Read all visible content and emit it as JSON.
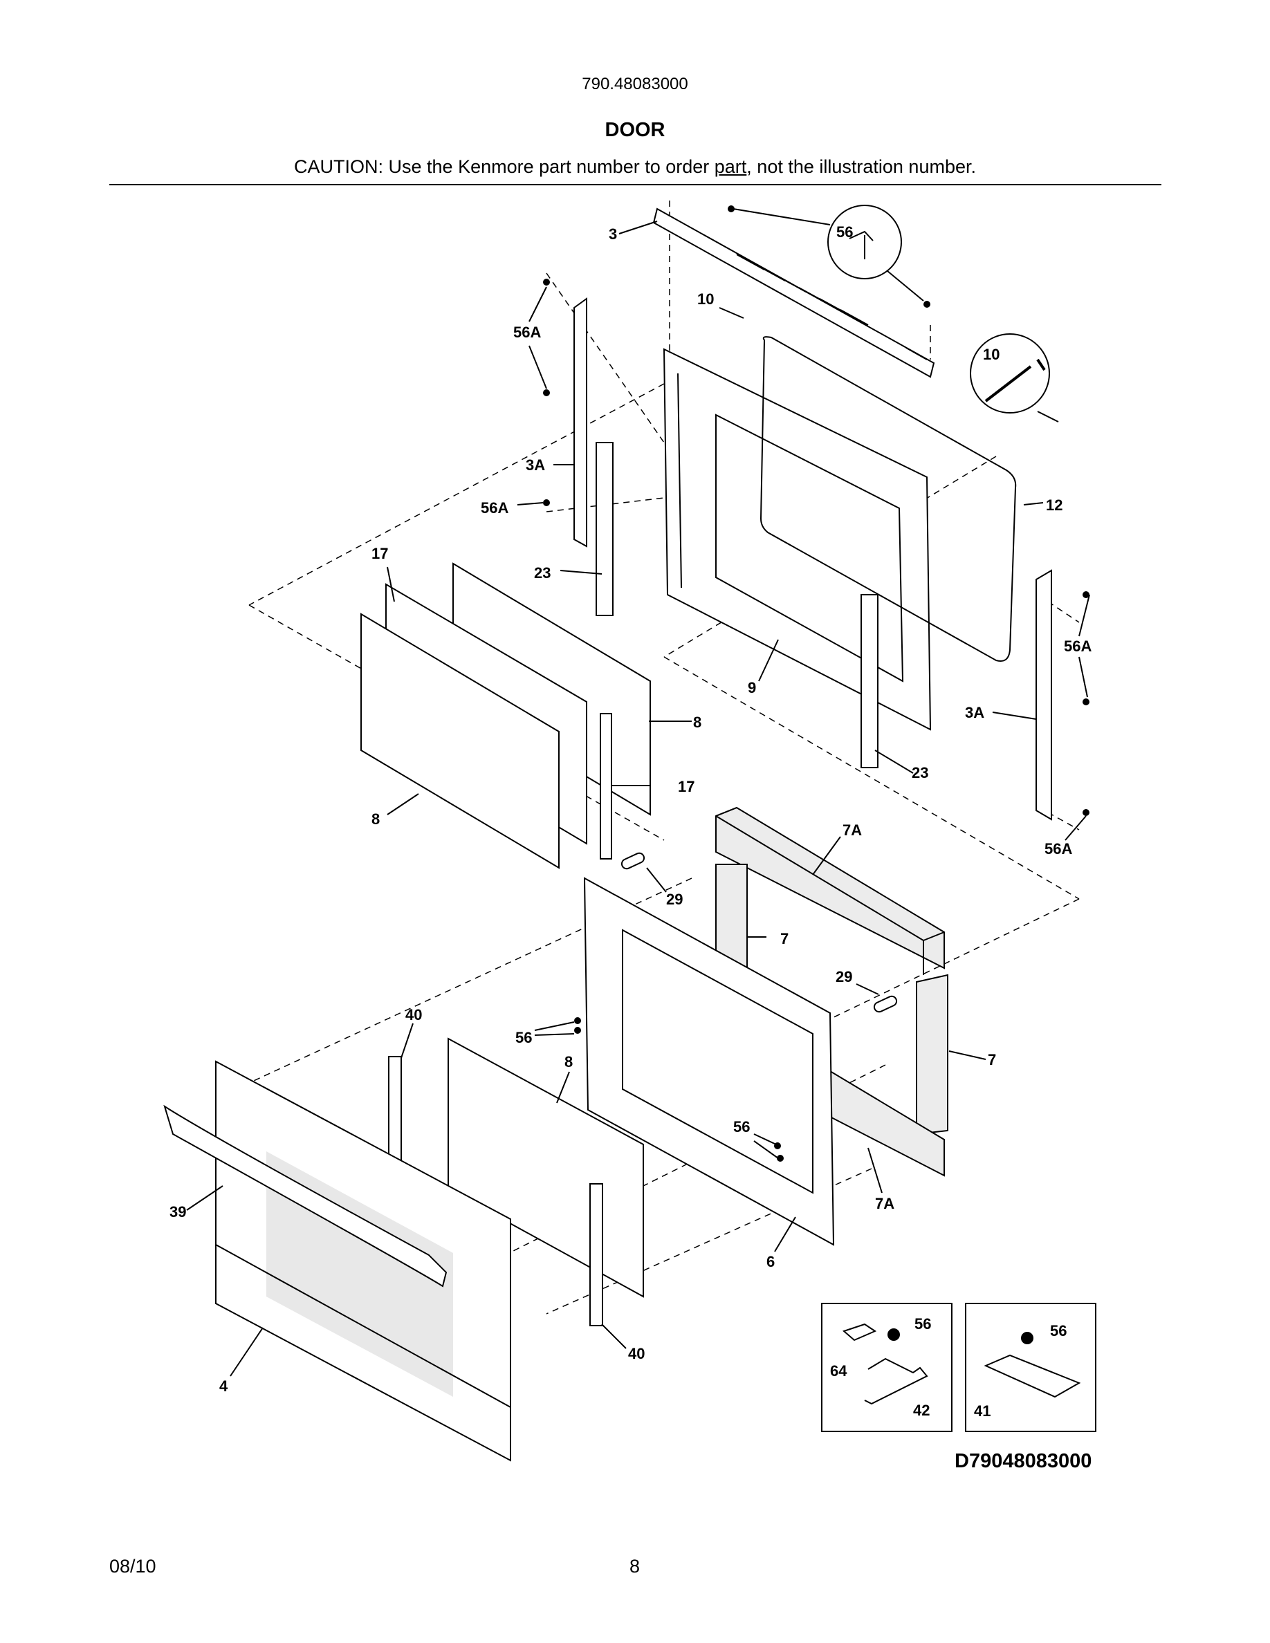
{
  "header": {
    "model_number": "790.48083000",
    "title": "DOOR",
    "caution_before": "CAUTION: Use the Kenmore part number to order ",
    "caution_link": "part",
    "caution_after": ", not the illustration number."
  },
  "callouts": {
    "c3": "3",
    "c56_top": "56",
    "c10": "10",
    "c10_zoom": "10",
    "c56A_1": "56A",
    "c3A_left": "3A",
    "c56A_2": "56A",
    "c12": "12",
    "c17_top": "17",
    "c23_left": "23",
    "c9": "9",
    "c56A_right": "56A",
    "c3A_right": "3A",
    "c8_right": "8",
    "c17_bottom": "17",
    "c8_left": "8",
    "c23_right": "23",
    "c7A_top": "7A",
    "c56A_bottom": "56A",
    "c29_left": "29",
    "c7_left": "7",
    "c29_right": "29",
    "c40_top": "40",
    "c56_mid": "56",
    "c8_lower": "8",
    "c7_right": "7",
    "c56_lower": "56",
    "c39": "39",
    "c7A_bottom": "7A",
    "c6": "6",
    "c40_bottom": "40",
    "c4": "4",
    "inset1_56": "56",
    "inset1_64": "64",
    "inset1_42": "42",
    "inset2_56": "56",
    "inset2_41": "41"
  },
  "diagram_code": "D79048083000",
  "footer": {
    "date": "08/10",
    "page": "8"
  }
}
